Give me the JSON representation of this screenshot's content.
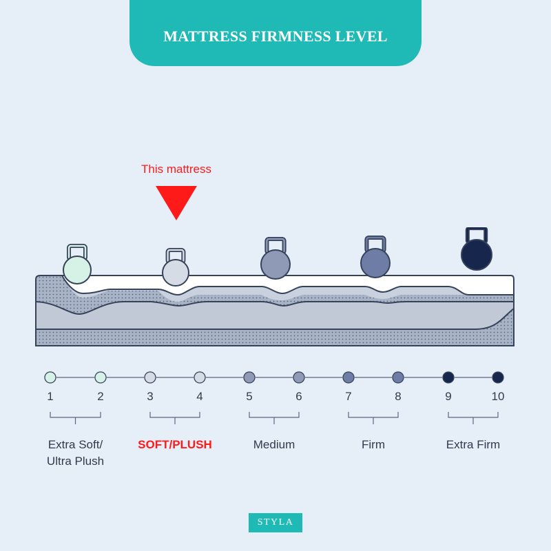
{
  "header": {
    "title": "MATTRESS FIRMNESS LEVEL"
  },
  "annotation": {
    "text": "This mattress",
    "color": "#ff1a1a"
  },
  "scale": {
    "levels": [
      {
        "label": "1",
        "color": "#d6f2e6"
      },
      {
        "label": "2",
        "color": "#d6f2e6"
      },
      {
        "label": "3",
        "color": "#d5dce6"
      },
      {
        "label": "4",
        "color": "#d5dce6"
      },
      {
        "label": "5",
        "color": "#8f9bb6"
      },
      {
        "label": "6",
        "color": "#8f9bb6"
      },
      {
        "label": "7",
        "color": "#6e7da6"
      },
      {
        "label": "8",
        "color": "#6e7da6"
      },
      {
        "label": "9",
        "color": "#16264d"
      },
      {
        "label": "10",
        "color": "#16264d"
      }
    ],
    "groups": [
      {
        "label": "Extra Soft/\nUltra Plush",
        "active": false
      },
      {
        "label": "SOFT/PLUSH",
        "active": true
      },
      {
        "label": "Medium",
        "active": false
      },
      {
        "label": "Firm",
        "active": false
      },
      {
        "label": "Extra Firm",
        "active": false
      }
    ],
    "selected_group": 1
  },
  "weights": [
    {
      "color": "#d6f2e6"
    },
    {
      "color": "#d5dce6"
    },
    {
      "color": "#8f9bb6"
    },
    {
      "color": "#6e7da6"
    },
    {
      "color": "#16264d"
    }
  ],
  "brand": {
    "text": "STYLA"
  },
  "colors": {
    "accent": "#1fbab5",
    "ink": "#2f3a4c",
    "line": "#36425a"
  }
}
